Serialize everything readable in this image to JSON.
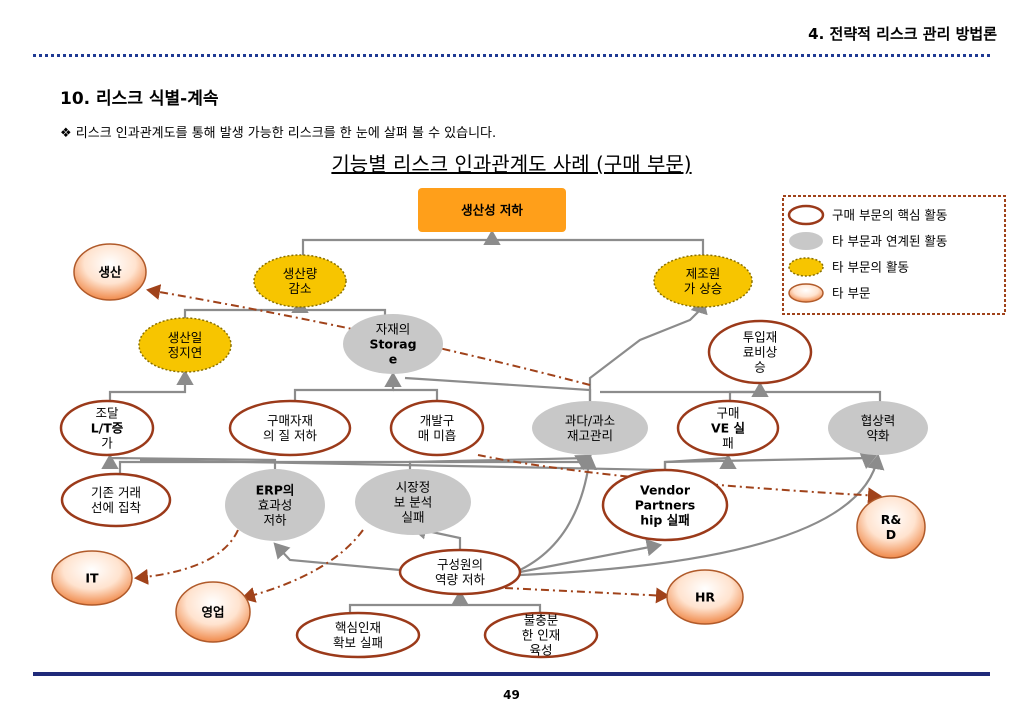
{
  "header": {
    "title": "4. 전략적 리스크 관리 방법론"
  },
  "section": {
    "title": "10. 리스크 식별-계속"
  },
  "bullet": {
    "text": "❖ 리스크 인과관계도를 통해 발생 가능한 리스크를 한 눈에 살펴 볼 수 있습니다."
  },
  "diagram": {
    "title": "기능별 리스크 인과관계도 사례 (구매 부문)",
    "colors": {
      "core_border": "#9b3a1a",
      "related": "#c8c8c8",
      "other_fill": "#f7c500",
      "top_fill": "#ff9f1a",
      "arrow": "#8c8c8c",
      "dashed": "#a0421a"
    },
    "nodes": [
      {
        "id": "top",
        "type": "top",
        "lines": [
          "생산성 저하"
        ]
      },
      {
        "id": "prod",
        "type": "dept",
        "lines": [
          "생산"
        ]
      },
      {
        "id": "volume",
        "type": "other",
        "lines": [
          "생산량",
          "감소"
        ]
      },
      {
        "id": "cost",
        "type": "other",
        "lines": [
          "제조원",
          "가 상승"
        ]
      },
      {
        "id": "delay",
        "type": "other",
        "lines": [
          "생산일",
          "정지연"
        ]
      },
      {
        "id": "storage",
        "type": "related",
        "lines": [
          "자재의",
          "Storag",
          "e"
        ]
      },
      {
        "id": "input",
        "type": "core",
        "lines": [
          "투입재",
          "료비상",
          "승"
        ]
      },
      {
        "id": "lt",
        "type": "core",
        "lines": [
          "조달",
          "L/T증",
          "가"
        ]
      },
      {
        "id": "quality",
        "type": "core",
        "lines": [
          "구매자재",
          "의 질 저하"
        ]
      },
      {
        "id": "develop",
        "type": "core",
        "lines": [
          "개발구",
          "매 미흡"
        ]
      },
      {
        "id": "inventory",
        "type": "related",
        "lines": [
          "과다/과소",
          "재고관리"
        ]
      },
      {
        "id": "ve",
        "type": "core",
        "lines": [
          "구매",
          "VE 실",
          "패"
        ]
      },
      {
        "id": "negotiate",
        "type": "related",
        "lines": [
          "협상력",
          "약화"
        ]
      },
      {
        "id": "legacy",
        "type": "core",
        "lines": [
          "기존 거래",
          "선에 집착"
        ]
      },
      {
        "id": "erp",
        "type": "related",
        "lines": [
          "ERP의",
          "효과성",
          "저하"
        ]
      },
      {
        "id": "market",
        "type": "related",
        "lines": [
          "시장정",
          "보 분석",
          "실패"
        ]
      },
      {
        "id": "vendor",
        "type": "core",
        "lines": [
          "Vendor",
          "Partners",
          "hip 실패"
        ]
      },
      {
        "id": "rnd",
        "type": "dept",
        "lines": [
          "R&",
          "D"
        ]
      },
      {
        "id": "it",
        "type": "dept",
        "lines": [
          "IT"
        ]
      },
      {
        "id": "sales",
        "type": "dept",
        "lines": [
          "영업"
        ]
      },
      {
        "id": "staff",
        "type": "core",
        "lines": [
          "구성원의",
          "역량 저하"
        ]
      },
      {
        "id": "hr",
        "type": "dept",
        "lines": [
          "HR"
        ]
      },
      {
        "id": "talent",
        "type": "core",
        "lines": [
          "핵심인재",
          "확보 실패"
        ]
      },
      {
        "id": "training",
        "type": "core",
        "lines": [
          "불충분",
          "한 인재",
          "육성"
        ]
      }
    ],
    "legend": [
      {
        "type": "core",
        "label": "구매 부문의 핵심 활동"
      },
      {
        "type": "related",
        "label": "타 부문과 연계된 활동"
      },
      {
        "type": "other",
        "label": "타 부문의 활동"
      },
      {
        "type": "dept",
        "label": "타 부문"
      }
    ]
  },
  "footer": {
    "page": "49"
  }
}
